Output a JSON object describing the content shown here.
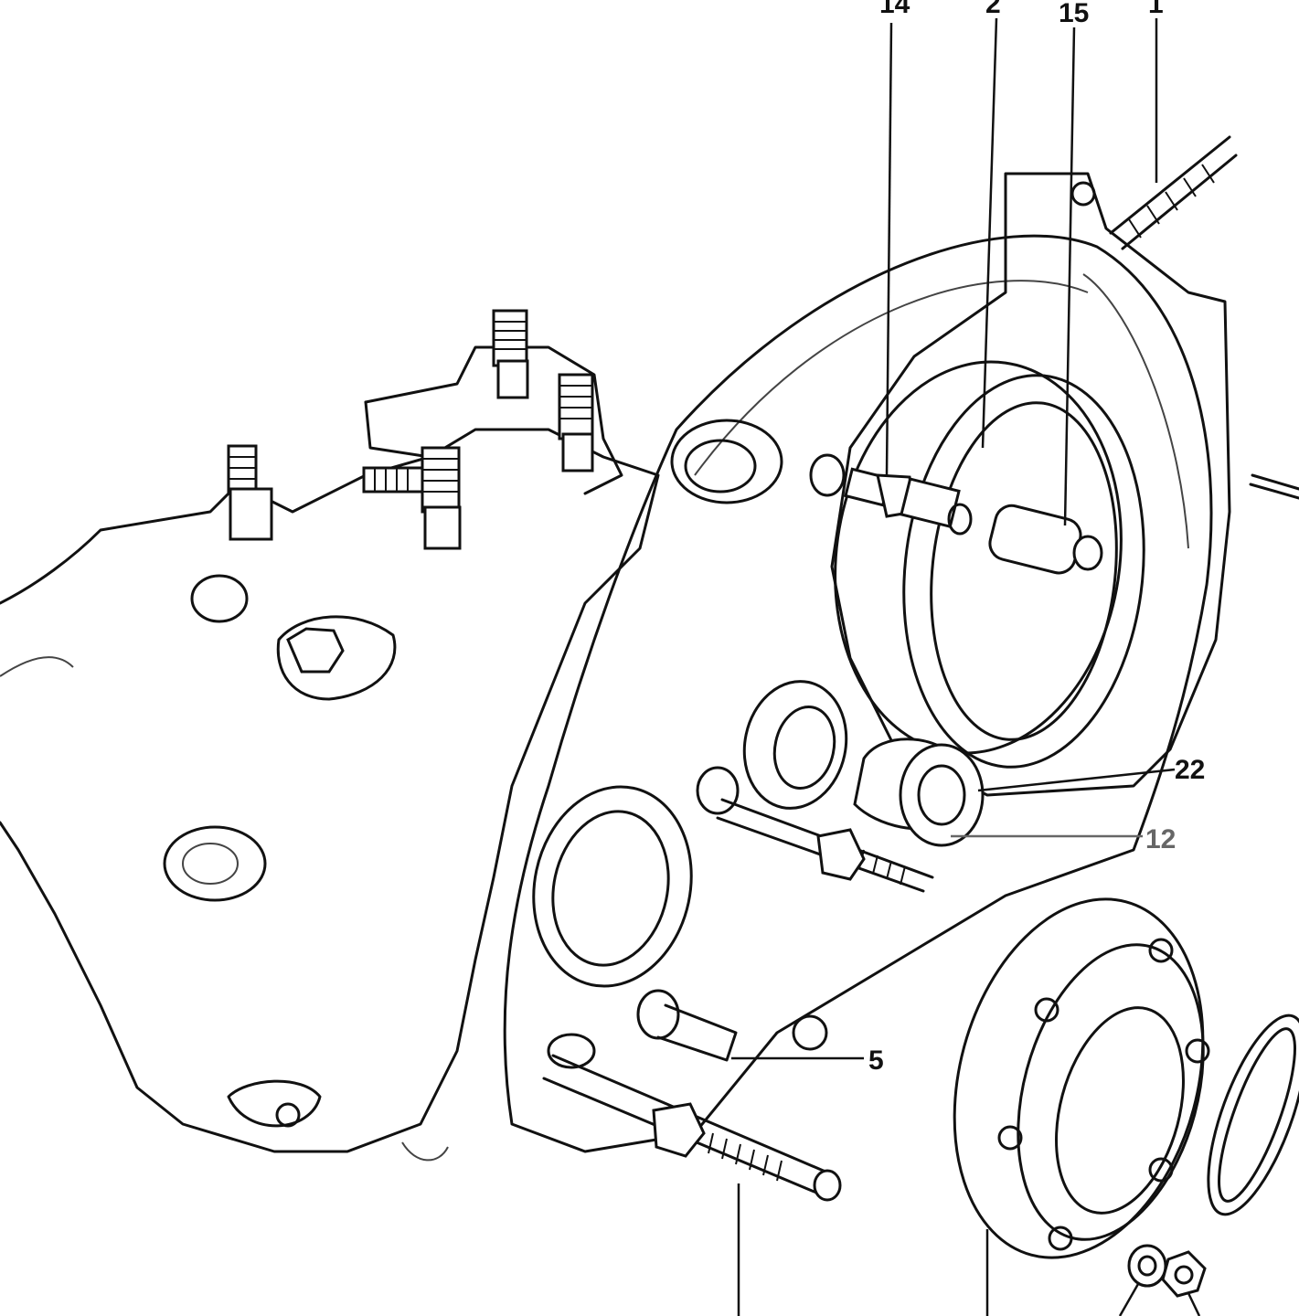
{
  "callouts": [
    {
      "id": "c14",
      "label": "14"
    },
    {
      "id": "c2",
      "label": "2"
    },
    {
      "id": "c15",
      "label": "15"
    },
    {
      "id": "c1",
      "label": "1"
    },
    {
      "id": "c22",
      "label": "22"
    },
    {
      "id": "c12",
      "label": "12"
    },
    {
      "id": "c5",
      "label": "5"
    }
  ]
}
